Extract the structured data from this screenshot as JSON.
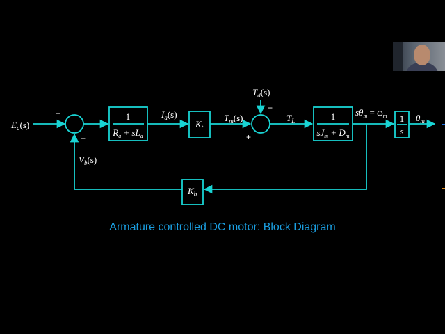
{
  "caption": "Armature controlled DC motor: Block Diagram",
  "colors": {
    "wire": "#19d4d4",
    "caption": "#1a9ee0",
    "background": "#000000",
    "text": "#ffffff"
  },
  "signals": {
    "input": {
      "main": "E",
      "sub": "a",
      "tail": "(s)"
    },
    "current": {
      "main": "I",
      "sub": "a",
      "tail": "(s)"
    },
    "motor_torque": {
      "main": "T",
      "sub": "m",
      "tail": "(s)"
    },
    "disturbance": {
      "main": "T",
      "sub": "d",
      "tail": "(s)"
    },
    "load_torque": {
      "main": "T",
      "sub": "L"
    },
    "speed": {
      "left": "sθ",
      "left_sub": "m",
      "eq": " = ω",
      "right_sub": "m"
    },
    "output": {
      "main": "θ",
      "sub": "m"
    },
    "back_emf": {
      "main": "V",
      "sub": "b",
      "tail": "(s)"
    }
  },
  "blocks": {
    "electrical": {
      "num": "1",
      "den_r": "R",
      "den_r_sub": "a",
      "den_plus": " + s",
      "den_l": "L",
      "den_l_sub": "a"
    },
    "torque_const": {
      "main": "K",
      "sub": "t"
    },
    "mechanical": {
      "num": "1",
      "den_s": "s",
      "den_j": "J",
      "den_j_sub": "m",
      "den_plus": " + ",
      "den_d": "D",
      "den_d_sub": "m"
    },
    "integrator": {
      "num": "1",
      "den": "s"
    },
    "backemf_const": {
      "main": "K",
      "sub": "b"
    }
  },
  "signs": {
    "sum1_input": "+",
    "sum1_feedback": "−",
    "sum2_input": "+",
    "sum2_disturbance": "−"
  }
}
